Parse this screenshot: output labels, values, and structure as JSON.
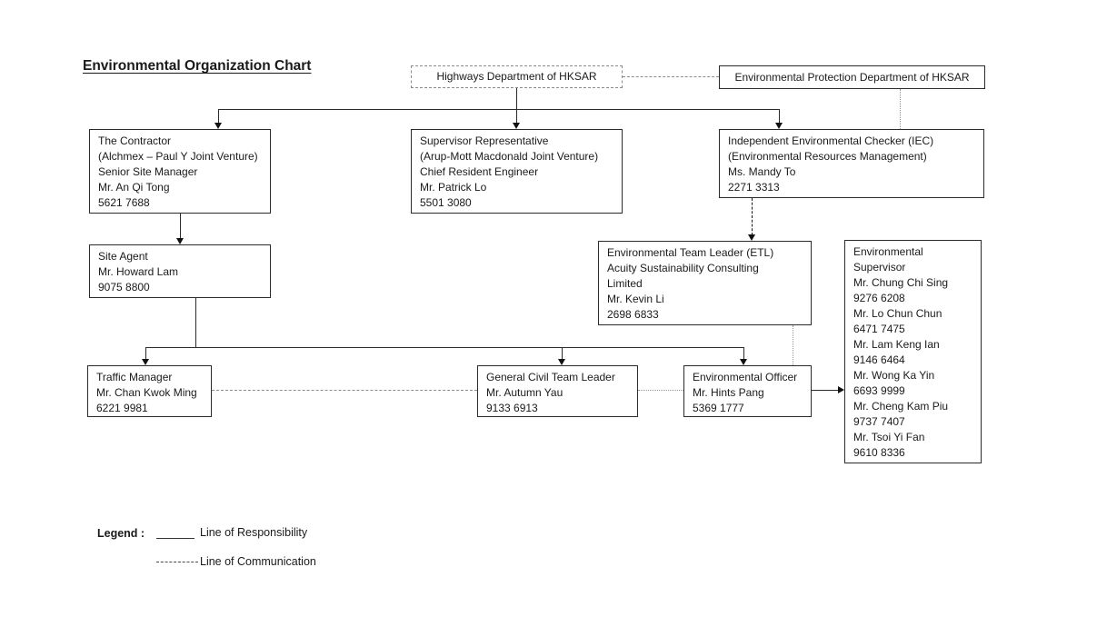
{
  "title": "Environmental Organization Chart",
  "boxes": {
    "highways": {
      "lines": [
        "Highways Department of HKSAR"
      ]
    },
    "epd": {
      "lines": [
        "Environmental Protection Department of HKSAR"
      ]
    },
    "contractor": {
      "lines": [
        "The Contractor",
        "(Alchmex – Paul Y Joint Venture)",
        "Senior Site Manager",
        "Mr. An Qi Tong",
        "5621 7688"
      ]
    },
    "supervisor_rep": {
      "lines": [
        "Supervisor Representative",
        "(Arup-Mott Macdonald Joint Venture)",
        "Chief Resident Engineer",
        "Mr. Patrick Lo",
        "5501 3080"
      ]
    },
    "iec": {
      "lines": [
        "Independent Environmental Checker (IEC)",
        "(Environmental Resources Management)",
        "Ms. Mandy To",
        "2271 3313"
      ]
    },
    "site_agent": {
      "lines": [
        "Site Agent",
        "Mr. Howard Lam",
        "9075 8800"
      ]
    },
    "etl": {
      "lines": [
        "Environmental Team Leader (ETL)",
        "Acuity Sustainability Consulting",
        "Limited",
        "Mr. Kevin Li",
        "2698 6833"
      ]
    },
    "env_supervisor": {
      "lines": [
        "Environmental",
        "Supervisor",
        "Mr. Chung Chi Sing",
        "9276 6208",
        "Mr. Lo Chun Chun",
        "6471 7475",
        "Mr. Lam Keng Ian",
        "9146 6464",
        "Mr. Wong Ka Yin",
        "6693 9999",
        "Mr. Cheng Kam Piu",
        "9737 7407",
        "Mr. Tsoi Yi Fan",
        "9610 8336"
      ]
    },
    "traffic_manager": {
      "lines": [
        "Traffic Manager",
        "Mr. Chan Kwok Ming",
        "6221 9981"
      ]
    },
    "general_civil_team_leader": {
      "lines": [
        "General Civil Team Leader",
        "Mr. Autumn Yau",
        "9133 6913"
      ]
    },
    "env_officer": {
      "lines": [
        "Environmental Officer",
        "Mr. Hints Pang",
        "5369 1777"
      ]
    }
  },
  "legend": {
    "label": "Legend :",
    "items": [
      {
        "style": "solid",
        "label": "Line of Responsibility"
      },
      {
        "style": "dashed",
        "label": "Line of Communication"
      }
    ]
  },
  "colors": {
    "background": "#ffffff",
    "text": "#1a1a1a",
    "line_responsibility": "#2b2b2b",
    "line_communication": "#8c8c8c"
  }
}
